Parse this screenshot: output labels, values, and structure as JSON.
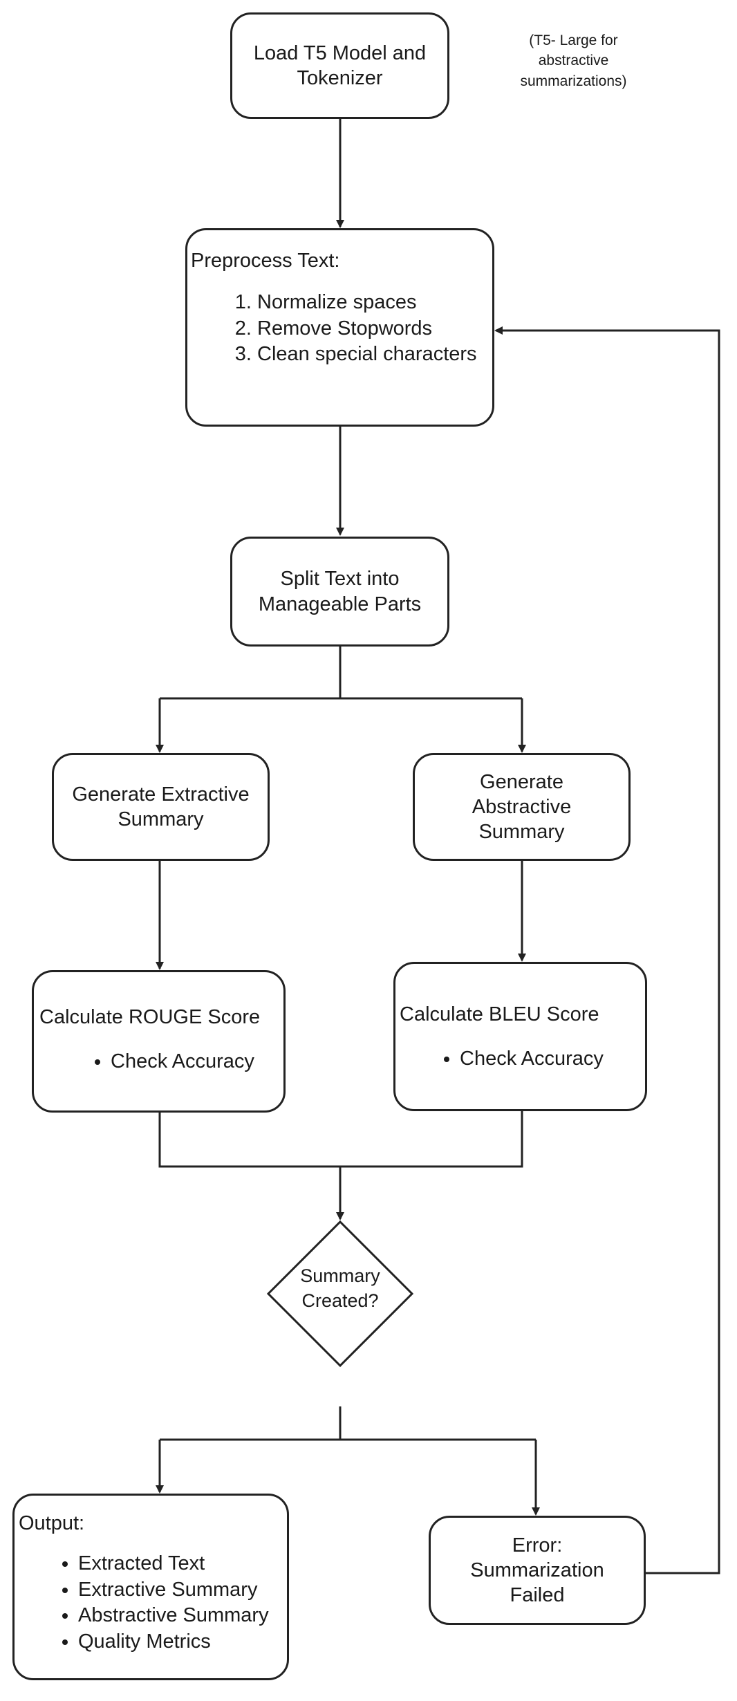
{
  "load_model": {
    "label": "Load T5 Model and Tokenizer",
    "note": "(T5- Large for abstractive summarizations)"
  },
  "preprocess": {
    "heading": "Preprocess Text:",
    "steps": [
      "Normalize spaces",
      "Remove Stopwords",
      "Clean special characters"
    ]
  },
  "split": {
    "label": "Split Text into Manageable Parts"
  },
  "extractive": {
    "label": "Generate Extractive Summary"
  },
  "abstractive": {
    "label": "Generate Abstractive Summary"
  },
  "rouge": {
    "heading": "Calculate ROUGE Score",
    "bullets": [
      "Check Accuracy"
    ]
  },
  "bleu": {
    "heading": "Calculate BLEU Score",
    "bullets": [
      "Check Accuracy"
    ]
  },
  "decision": {
    "label": "Summary Created?"
  },
  "output": {
    "heading": "Output:",
    "bullets": [
      "Extracted Text",
      "Extractive Summary",
      "Abstractive Summary",
      "Quality Metrics"
    ]
  },
  "error": {
    "label": "Error: Summarization Failed"
  },
  "colors": {
    "line": "#222222",
    "box_fill": "#ffffff",
    "text": "#1a1a1a"
  }
}
